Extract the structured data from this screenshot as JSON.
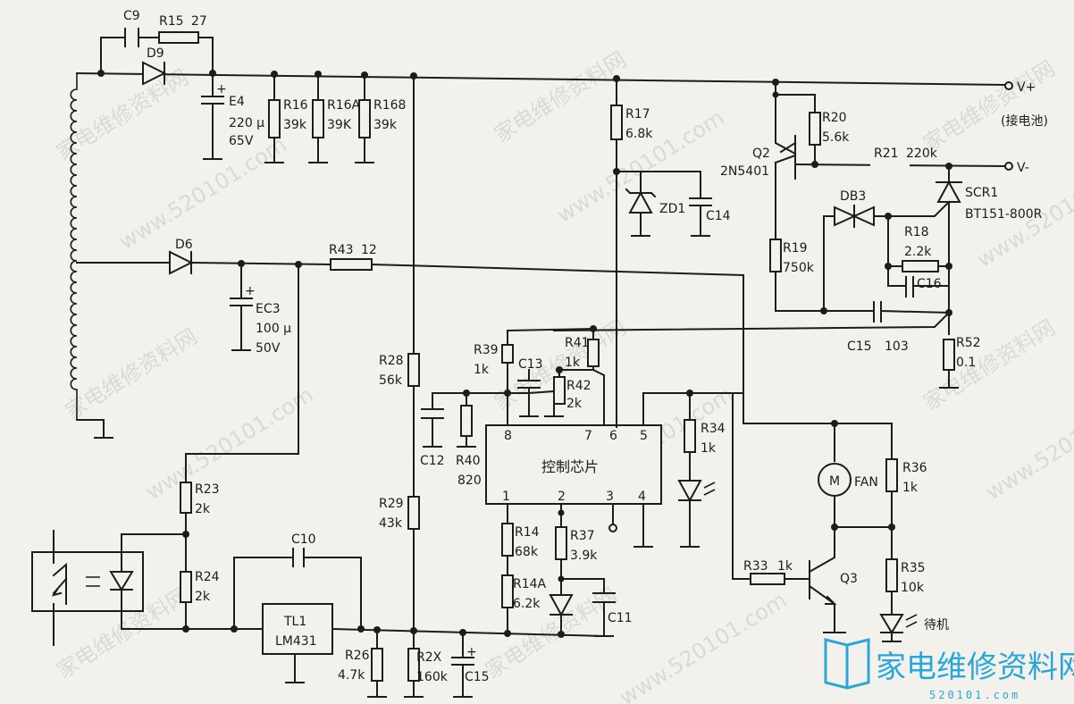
{
  "watermarks": {
    "site_cn": "家电维修资料网",
    "site_url": "www.520101.com"
  },
  "chip": {
    "name": "控制芯片",
    "pins": [
      "1",
      "2",
      "3",
      "4",
      "5",
      "6",
      "7",
      "8"
    ]
  },
  "components": {
    "C9": "C9",
    "R15": "R15",
    "R15v": "27",
    "D9": "D9",
    "E4": "E4",
    "E4v1": "220 μ",
    "E4v2": "65V",
    "R16": "R16",
    "R16v": "39k",
    "R16A": "R16A",
    "R16Av": "39K",
    "R168": "R168",
    "R168v": "39k",
    "R17": "R17",
    "R17v": "6.8k",
    "ZD1": "ZD1",
    "C14": "C14",
    "Q2": "Q2",
    "Q2v": "2N5401",
    "R20": "R20",
    "R20v": "5.6k",
    "R21": "R21",
    "R21v": "220k",
    "vplus": "V+",
    "vminus": "V-",
    "battery": "(接电池)",
    "SCR1": "SCR1",
    "SCR1v": "BT151-800R",
    "DB3": "DB3",
    "R18": "R18",
    "R18v": "2.2k",
    "C16": "C16",
    "R19": "R19",
    "R19v": "750k",
    "C15a": "C15",
    "C15av": "103",
    "R52": "R52",
    "R52v": "0.1",
    "D6": "D6",
    "R43": "R43",
    "R43v": "12",
    "EC3": "EC3",
    "EC3v1": "100 μ",
    "EC3v2": "50V",
    "R28": "R28",
    "R28v": "56k",
    "R29": "R29",
    "R29v": "43k",
    "R39": "R39",
    "R39v": "1k",
    "C13": "C13",
    "R41": "R41",
    "R41v": "1k",
    "R42": "R42",
    "R42v": "2k",
    "C12": "C12",
    "R40": "R40",
    "R40v": "820",
    "R34": "R34",
    "R34v": "1k",
    "R36": "R36",
    "R36v": "1k",
    "motor": "M",
    "FAN": "FAN",
    "R14": "R14",
    "R14v": "68k",
    "R37": "R37",
    "R37v": "3.9k",
    "R14A": "R14A",
    "R14Av": "6.2k",
    "C11": "C11",
    "R33": "R33",
    "R33v": "1k",
    "Q3": "Q3",
    "R35": "R35",
    "R35v": "10k",
    "standby": "待机",
    "R23": "R23",
    "R23v": "2k",
    "R24": "R24",
    "R24v": "2k",
    "C10": "C10",
    "TL1": "TL1",
    "TL1v": "LM431",
    "R26": "R26",
    "R26v": "4.7k",
    "R2X": "R2X",
    "R2Xv": "160k",
    "C15b": "C15"
  },
  "logo": {
    "title": "家电维修资料网",
    "url": "520101.com"
  },
  "colors": {
    "ink": "#1c1c1c",
    "paper": "#f3f1ec",
    "logo": "#2aa7d8",
    "watermark": "#c9c6c0"
  }
}
